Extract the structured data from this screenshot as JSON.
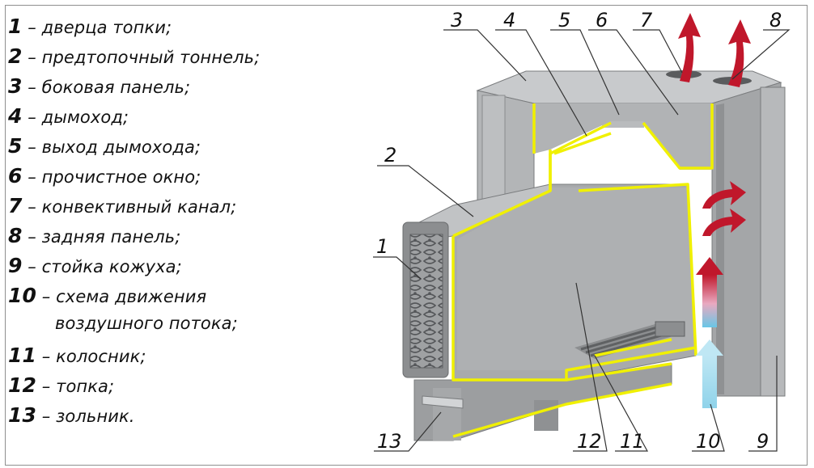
{
  "legend": [
    {
      "num": "1",
      "text": " – дверца топки;"
    },
    {
      "num": "2",
      "text": " – предтопочный тоннель;"
    },
    {
      "num": "3",
      "text": " – боковая панель;"
    },
    {
      "num": "4",
      "text": " – дымоход;"
    },
    {
      "num": "5",
      "text": " – выход дымохода;"
    },
    {
      "num": "6",
      "text": " – прочистное окно;"
    },
    {
      "num": "7",
      "text": " – конвективный канал;"
    },
    {
      "num": "8",
      "text": " – задняя панель;"
    },
    {
      "num": "9",
      "text": " – стойка кожуха;"
    },
    {
      "num": "10",
      "text": " – схема движения"
    },
    {
      "num": "",
      "text": "воздушного потока;"
    },
    {
      "num": "11",
      "text": " – колосник;"
    },
    {
      "num": "12",
      "text": " – топка;"
    },
    {
      "num": "13",
      "text": " – зольник."
    }
  ],
  "callouts": {
    "c1": "1",
    "c2": "2",
    "c3": "3",
    "c4": "4",
    "c5": "5",
    "c6": "6",
    "c7": "7",
    "c8": "8",
    "c9": "9",
    "c10": "10",
    "c11": "11",
    "c12": "12",
    "c13": "13"
  },
  "colors": {
    "steel": "#a9abad",
    "steel_dark": "#8c8e90",
    "steel_light": "#c4c6c8",
    "cut_edge": "#f0f000",
    "hot_arrow": "#c0172b",
    "cold_arrow": "#8fd3ea"
  }
}
